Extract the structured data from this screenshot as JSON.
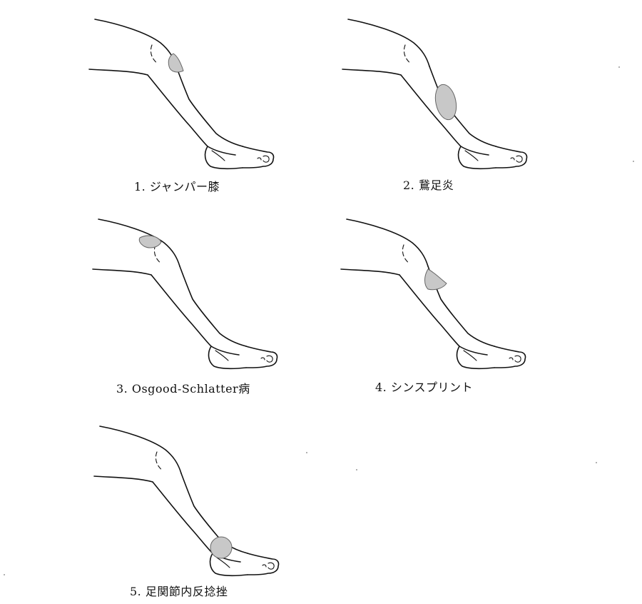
{
  "figure": {
    "colors": {
      "line": "#111111",
      "highlight_fill": "#c8c8c8",
      "highlight_stroke": "#666666"
    },
    "panels": [
      {
        "id": "jumper-knee",
        "label": "1. ジャンパー膝",
        "highlight": "patellar tendon / lower kneecap"
      },
      {
        "id": "pes-anserine",
        "label": "2. 鵞足炎",
        "highlight": "inner upper shin"
      },
      {
        "id": "osgood",
        "label": "3. Osgood-Schlatter病",
        "highlight": "knee front"
      },
      {
        "id": "shin-splint",
        "label": "4. シンスプリント",
        "highlight": "upper shin"
      },
      {
        "id": "ankle-sprain",
        "label": "5. 足関節内反捻挫",
        "highlight": "outer ankle"
      }
    ]
  }
}
